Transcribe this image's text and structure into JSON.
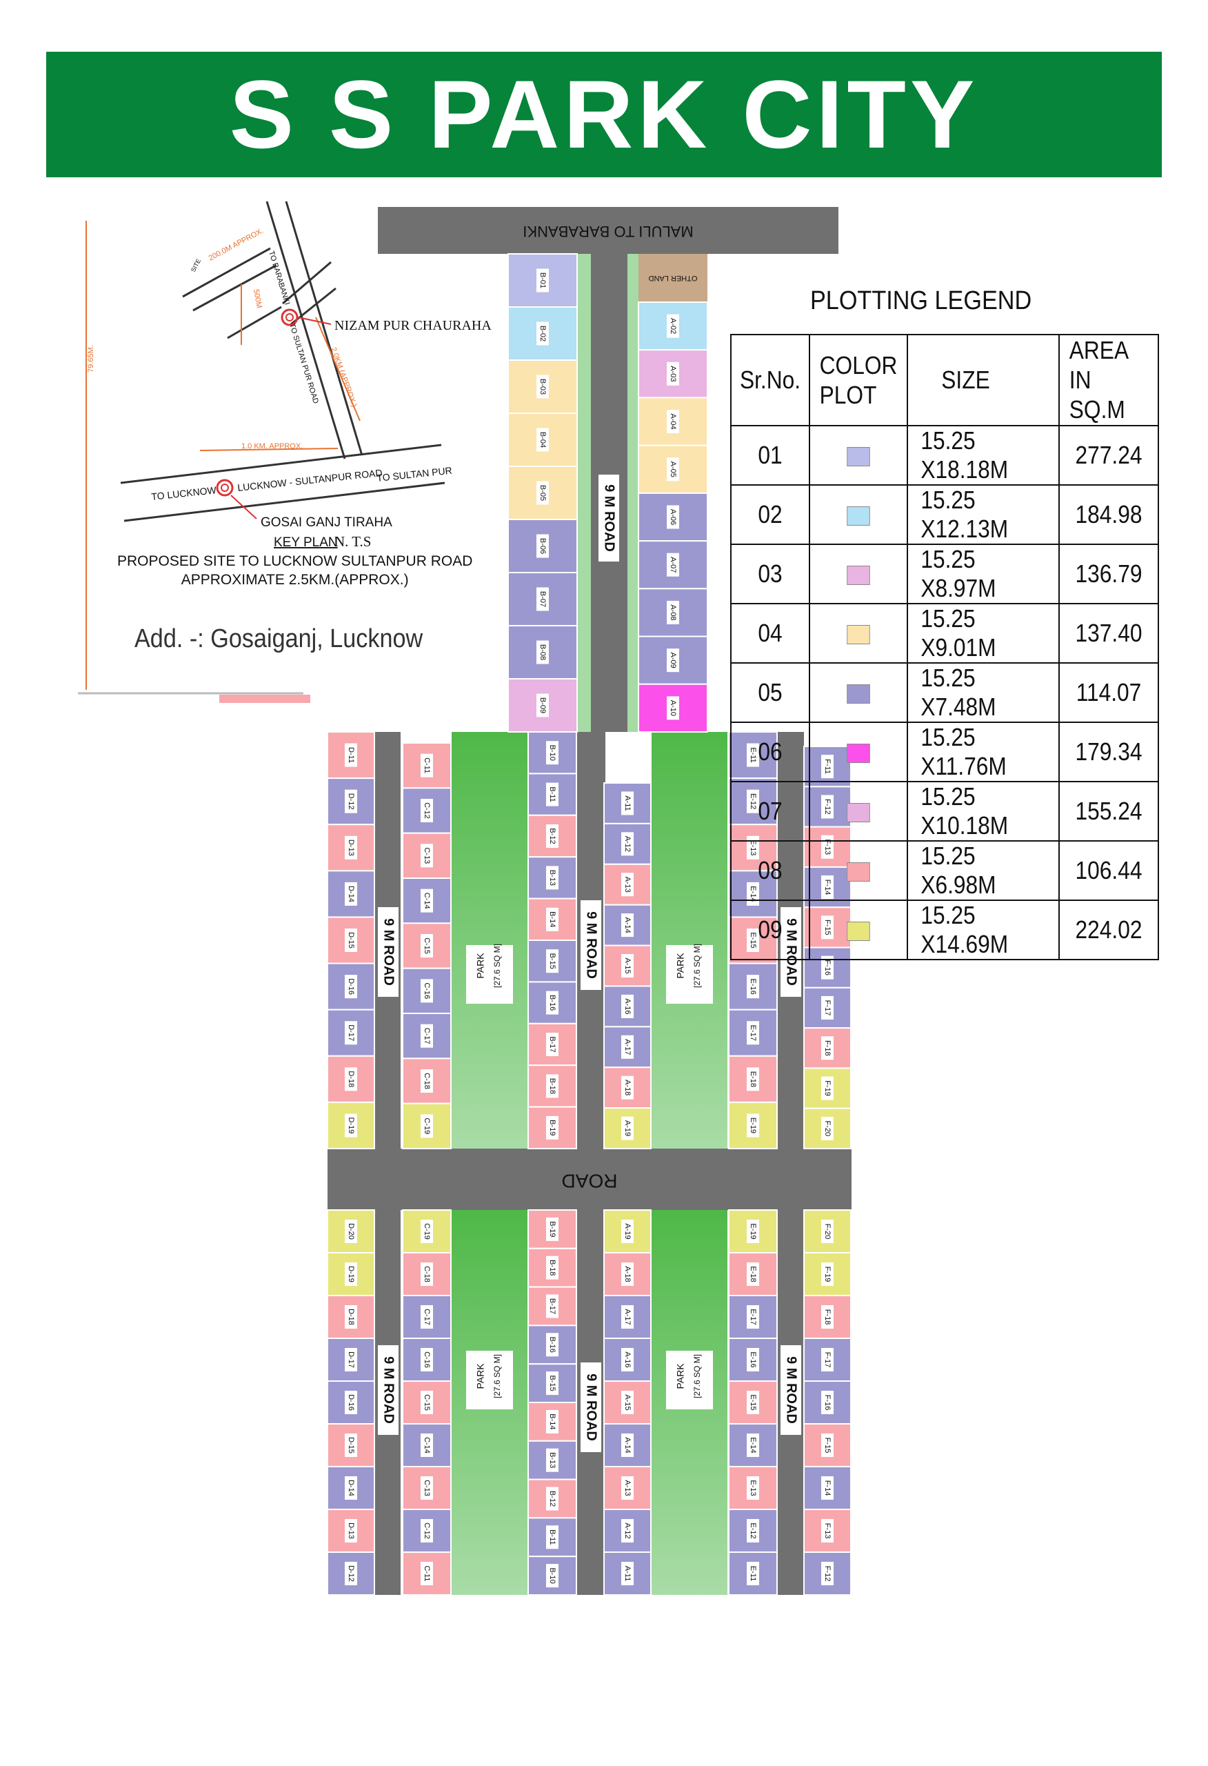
{
  "title": "S S PARK CITY",
  "key_map": {
    "road_labels": {
      "to_barabanki": "TO BARABANKI",
      "to_sultanpur_road": "TO SULTAN PUR ROAD",
      "to_lucknow": "TO LUCKNOW",
      "lucknow_sultanpur_road": "LUCKNOW - SULTANPUR ROAD",
      "to_sultan_pur": "TO SULTAN PUR",
      "site": "SITE"
    },
    "distances": {
      "d_200m": "200.0M APPROX.",
      "d_500m": "500M",
      "d_1km": "1.0 KM. APPROX.",
      "d_2km": "2.0KM (APPROX.)",
      "d_7965m": "79.65M."
    },
    "landmarks": {
      "nizampur": "NIZAM PUR CHAURAHA",
      "gosaiganj": "GOSAI GANJ TIRAHA"
    },
    "key_plan": "KEY PLAN",
    "nts": "N. T.S",
    "note_line1": "PROPOSED SITE TO LUCKNOW  SULTANPUR ROAD",
    "note_line2": "APPROXIMATE  2.5KM.(APPROX.)",
    "address": "Add. -: Gosaiganj, Lucknow"
  },
  "roads": {
    "top_road": "MALULI TO BARABANKI",
    "road_9m": "9 M ROAD",
    "cross_road": "ROAD",
    "other_land": "OTHER LAND",
    "park": "PARK",
    "park_area": "[27.6 SQ M]"
  },
  "legend": {
    "title": "PLOTTING LEGEND",
    "headers": [
      "Sr.No.",
      "COLOR PLOT",
      "SIZE",
      "AREA IN SQ.M"
    ],
    "rows": [
      {
        "sr": "01",
        "color": "#b9bce9",
        "size": "15.25 X18.18M",
        "area": "277.24"
      },
      {
        "sr": "02",
        "color": "#b2e0f4",
        "size": "15.25 X12.13M",
        "area": "184.98"
      },
      {
        "sr": "03",
        "color": "#e9b3e2",
        "size": "15.25 X8.97M",
        "area": "136.79"
      },
      {
        "sr": "04",
        "color": "#fbe4ad",
        "size": "15.25 X9.01M",
        "area": "137.40"
      },
      {
        "sr": "05",
        "color": "#9b98cf",
        "size": "15.25 X7.48M",
        "area": "114.07"
      },
      {
        "sr": "06",
        "color": "#fb50e9",
        "size": "15.25 X11.76M",
        "area": "179.34"
      },
      {
        "sr": "07",
        "color": "#e6b0df",
        "size": "15.25 X10.18M",
        "area": "155.24"
      },
      {
        "sr": "08",
        "color": "#f8a7ad",
        "size": "15.25 X6.98M",
        "area": "106.44"
      },
      {
        "sr": "09",
        "color": "#e6e67c",
        "size": "15.25 X14.69M",
        "area": "224.02"
      }
    ]
  },
  "colors": {
    "banner": "#05843a",
    "road": "#707070",
    "c1": "#b9bce9",
    "c2": "#b2e0f4",
    "c3": "#e9b3e2",
    "c4": "#fbe4ad",
    "c5": "#9b98cf",
    "c6": "#fb50e9",
    "c8": "#f8a7ad",
    "c9": "#e6e67c",
    "other": "#c7a889"
  },
  "plots": {
    "upper": {
      "b_column": [
        {
          "id": "B-01",
          "c": "c1"
        },
        {
          "id": "B-02",
          "c": "c2"
        },
        {
          "id": "B-03",
          "c": "c4"
        },
        {
          "id": "B-04",
          "c": "c4"
        },
        {
          "id": "B-05",
          "c": "c4"
        },
        {
          "id": "B-06",
          "c": "c5"
        },
        {
          "id": "B-07",
          "c": "c5"
        },
        {
          "id": "B-08",
          "c": "c5"
        },
        {
          "id": "B-09",
          "c": "c3"
        }
      ],
      "a_column": [
        {
          "id": "A-02",
          "c": "c2"
        },
        {
          "id": "A-03",
          "c": "c3"
        },
        {
          "id": "A-04",
          "c": "c4"
        },
        {
          "id": "A-05",
          "c": "c4"
        },
        {
          "id": "A-06",
          "c": "c5"
        },
        {
          "id": "A-07",
          "c": "c5"
        },
        {
          "id": "A-08",
          "c": "c5"
        },
        {
          "id": "A-09",
          "c": "c5"
        },
        {
          "id": "A-10",
          "c": "c6"
        }
      ]
    },
    "block1": {
      "D": [
        {
          "id": "D-11",
          "c": "c8"
        },
        {
          "id": "D-12",
          "c": "c5"
        },
        {
          "id": "D-13",
          "c": "c8"
        },
        {
          "id": "D-14",
          "c": "c5"
        },
        {
          "id": "D-15",
          "c": "c8"
        },
        {
          "id": "D-16",
          "c": "c5"
        },
        {
          "id": "D-17",
          "c": "c5"
        },
        {
          "id": "D-18",
          "c": "c8"
        },
        {
          "id": "D-19",
          "c": "c9"
        }
      ],
      "C": [
        {
          "id": "C-11",
          "c": "c8"
        },
        {
          "id": "C-12",
          "c": "c5"
        },
        {
          "id": "C-13",
          "c": "c8"
        },
        {
          "id": "C-14",
          "c": "c5"
        },
        {
          "id": "C-15",
          "c": "c8"
        },
        {
          "id": "C-16",
          "c": "c5"
        },
        {
          "id": "C-17",
          "c": "c5"
        },
        {
          "id": "C-18",
          "c": "c8"
        },
        {
          "id": "C-19",
          "c": "c9"
        }
      ],
      "B": [
        {
          "id": "B-10",
          "c": "c5"
        },
        {
          "id": "B-11",
          "c": "c5"
        },
        {
          "id": "B-12",
          "c": "c8"
        },
        {
          "id": "B-13",
          "c": "c5"
        },
        {
          "id": "B-14",
          "c": "c8"
        },
        {
          "id": "B-15",
          "c": "c5"
        },
        {
          "id": "B-16",
          "c": "c5"
        },
        {
          "id": "B-17",
          "c": "c8"
        },
        {
          "id": "B-18",
          "c": "c8"
        },
        {
          "id": "B-19",
          "c": "c8"
        }
      ],
      "A": [
        {
          "id": "A-11",
          "c": "c5"
        },
        {
          "id": "A-12",
          "c": "c5"
        },
        {
          "id": "A-13",
          "c": "c8"
        },
        {
          "id": "A-14",
          "c": "c5"
        },
        {
          "id": "A-15",
          "c": "c8"
        },
        {
          "id": "A-16",
          "c": "c5"
        },
        {
          "id": "A-17",
          "c": "c5"
        },
        {
          "id": "A-18",
          "c": "c8"
        },
        {
          "id": "A-19",
          "c": "c9"
        }
      ],
      "E": [
        {
          "id": "E-11",
          "c": "c5"
        },
        {
          "id": "E-12",
          "c": "c5"
        },
        {
          "id": "E-13",
          "c": "c8"
        },
        {
          "id": "E-14",
          "c": "c5"
        },
        {
          "id": "E-15",
          "c": "c8"
        },
        {
          "id": "E-16",
          "c": "c5"
        },
        {
          "id": "E-17",
          "c": "c5"
        },
        {
          "id": "E-18",
          "c": "c8"
        },
        {
          "id": "E-19",
          "c": "c9"
        }
      ],
      "F": [
        {
          "id": "F-11",
          "c": "c5"
        },
        {
          "id": "F-12",
          "c": "c5"
        },
        {
          "id": "F-13",
          "c": "c8"
        },
        {
          "id": "F-14",
          "c": "c5"
        },
        {
          "id": "F-15",
          "c": "c8"
        },
        {
          "id": "F-16",
          "c": "c5"
        },
        {
          "id": "F-17",
          "c": "c5"
        },
        {
          "id": "F-18",
          "c": "c8"
        },
        {
          "id": "F-19",
          "c": "c9"
        },
        {
          "id": "F-20",
          "c": "c9"
        }
      ]
    },
    "block2": {
      "D": [
        {
          "id": "D-20",
          "c": "c9"
        },
        {
          "id": "D-19",
          "c": "c9"
        },
        {
          "id": "D-18",
          "c": "c8"
        },
        {
          "id": "D-17",
          "c": "c5"
        },
        {
          "id": "D-16",
          "c": "c5"
        },
        {
          "id": "D-15",
          "c": "c8"
        },
        {
          "id": "D-14",
          "c": "c5"
        },
        {
          "id": "D-13",
          "c": "c8"
        },
        {
          "id": "D-12",
          "c": "c5"
        }
      ],
      "C": [
        {
          "id": "C-19",
          "c": "c9"
        },
        {
          "id": "C-18",
          "c": "c8"
        },
        {
          "id": "C-17",
          "c": "c5"
        },
        {
          "id": "C-16",
          "c": "c5"
        },
        {
          "id": "C-15",
          "c": "c8"
        },
        {
          "id": "C-14",
          "c": "c5"
        },
        {
          "id": "C-13",
          "c": "c8"
        },
        {
          "id": "C-12",
          "c": "c5"
        },
        {
          "id": "C-11",
          "c": "c8"
        }
      ],
      "B": [
        {
          "id": "B-19",
          "c": "c8"
        },
        {
          "id": "B-18",
          "c": "c8"
        },
        {
          "id": "B-17",
          "c": "c8"
        },
        {
          "id": "B-16",
          "c": "c5"
        },
        {
          "id": "B-15",
          "c": "c5"
        },
        {
          "id": "B-14",
          "c": "c8"
        },
        {
          "id": "B-13",
          "c": "c5"
        },
        {
          "id": "B-12",
          "c": "c8"
        },
        {
          "id": "B-11",
          "c": "c5"
        },
        {
          "id": "B-10",
          "c": "c5"
        }
      ],
      "A": [
        {
          "id": "A-19",
          "c": "c9"
        },
        {
          "id": "A-18",
          "c": "c8"
        },
        {
          "id": "A-17",
          "c": "c5"
        },
        {
          "id": "A-16",
          "c": "c5"
        },
        {
          "id": "A-15",
          "c": "c8"
        },
        {
          "id": "A-14",
          "c": "c5"
        },
        {
          "id": "A-13",
          "c": "c8"
        },
        {
          "id": "A-12",
          "c": "c5"
        },
        {
          "id": "A-11",
          "c": "c5"
        }
      ],
      "E": [
        {
          "id": "E-19",
          "c": "c9"
        },
        {
          "id": "E-18",
          "c": "c8"
        },
        {
          "id": "E-17",
          "c": "c5"
        },
        {
          "id": "E-16",
          "c": "c5"
        },
        {
          "id": "E-15",
          "c": "c8"
        },
        {
          "id": "E-14",
          "c": "c5"
        },
        {
          "id": "E-13",
          "c": "c8"
        },
        {
          "id": "E-12",
          "c": "c5"
        },
        {
          "id": "E-11",
          "c": "c5"
        }
      ],
      "F": [
        {
          "id": "F-20",
          "c": "c9"
        },
        {
          "id": "F-19",
          "c": "c9"
        },
        {
          "id": "F-18",
          "c": "c8"
        },
        {
          "id": "F-17",
          "c": "c5"
        },
        {
          "id": "F-16",
          "c": "c5"
        },
        {
          "id": "F-15",
          "c": "c8"
        },
        {
          "id": "F-14",
          "c": "c5"
        },
        {
          "id": "F-13",
          "c": "c8"
        },
        {
          "id": "F-12",
          "c": "c5"
        }
      ]
    }
  }
}
